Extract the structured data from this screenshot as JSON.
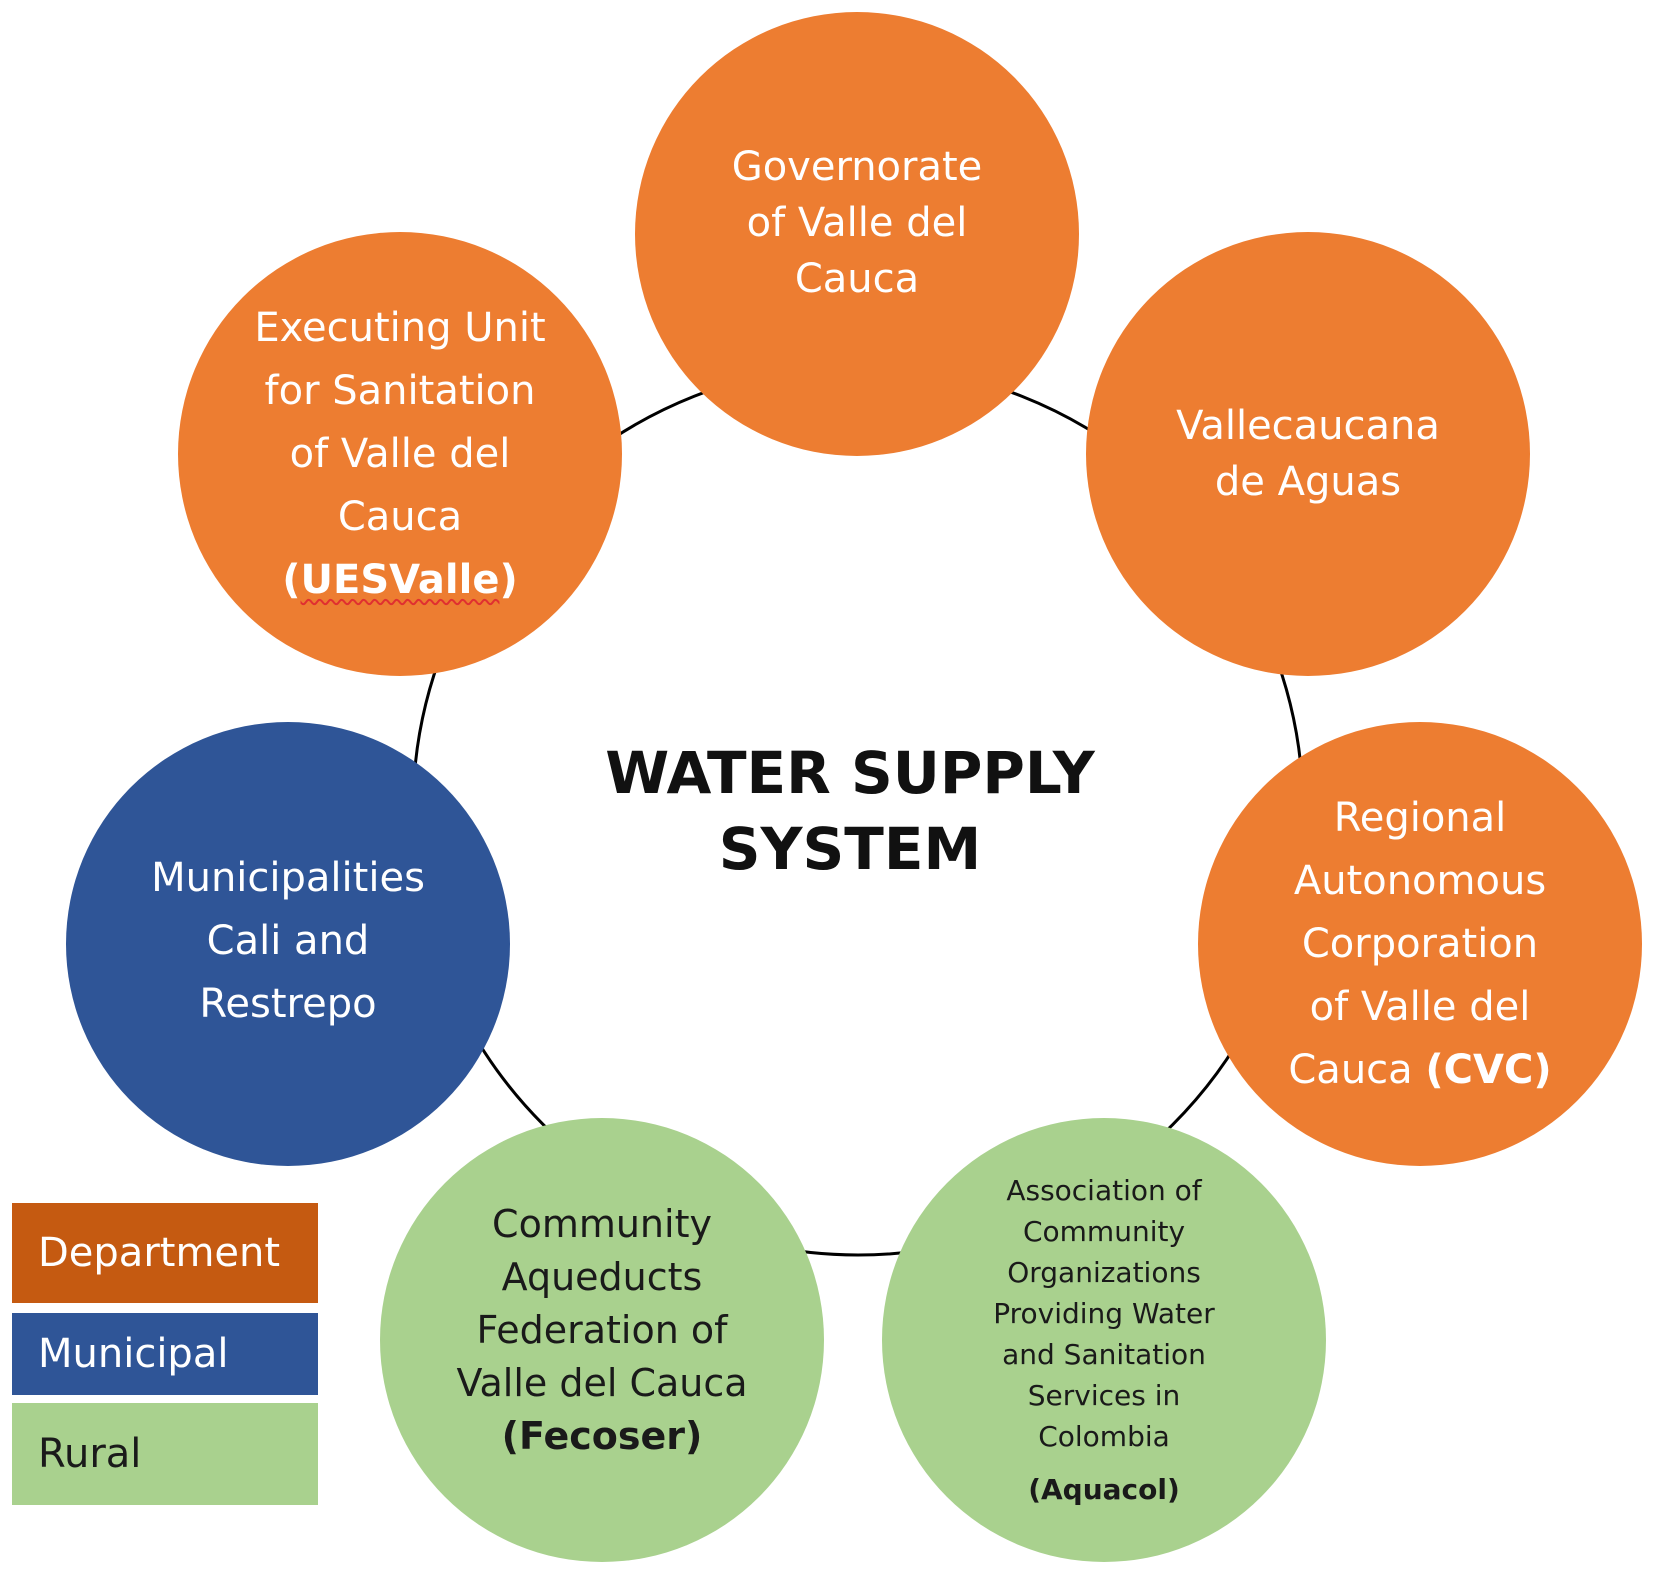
{
  "title": [
    "WATER SUPPLY",
    "SYSTEM"
  ],
  "colors": {
    "department": "#ed7d31",
    "department_legend": "#c55a11",
    "municipal": "#2f5597",
    "rural": "#a9d18e",
    "ring": "#000000"
  },
  "nodes": {
    "governorate": {
      "category": "Department",
      "lines": [
        "Governorate",
        "of Valle del",
        "Cauca"
      ]
    },
    "vallecaucana": {
      "category": "Department",
      "lines": [
        "Vallecaucana",
        "de Aguas"
      ]
    },
    "cvc": {
      "category": "Department",
      "lines": [
        "Regional",
        "Autonomous",
        "Corporation",
        "of Valle del"
      ],
      "last_plain": "Cauca ",
      "last_bold": "(CVC)"
    },
    "aquacol": {
      "category": "Rural",
      "lines": [
        "Association of",
        "Community",
        "Organizations",
        "Providing Water",
        "and Sanitation",
        "Services in",
        "Colombia"
      ],
      "bold": "(Aquacol)"
    },
    "fecoser": {
      "category": "Rural",
      "lines": [
        "Community",
        "Aqueducts",
        "Federation of",
        "Valle del Cauca"
      ],
      "bold": "(Fecoser)"
    },
    "municipalities": {
      "category": "Municipal",
      "lines": [
        "Municipalities",
        "Cali and",
        "Restrepo"
      ]
    },
    "uesvalle": {
      "category": "Department",
      "lines": [
        "Executing Unit",
        "for Sanitation",
        "of Valle del",
        "Cauca"
      ],
      "bold_open": "(",
      "bold_underlined": "UESValle",
      "bold_close": ")"
    }
  },
  "legend": [
    {
      "label": "Department",
      "color": "#c55a11",
      "text_color": "#ffffff"
    },
    {
      "label": "Municipal",
      "color": "#2f5597",
      "text_color": "#ffffff"
    },
    {
      "label": "Rural",
      "color": "#a9d18e",
      "text_color": "#1a1a1a"
    }
  ]
}
